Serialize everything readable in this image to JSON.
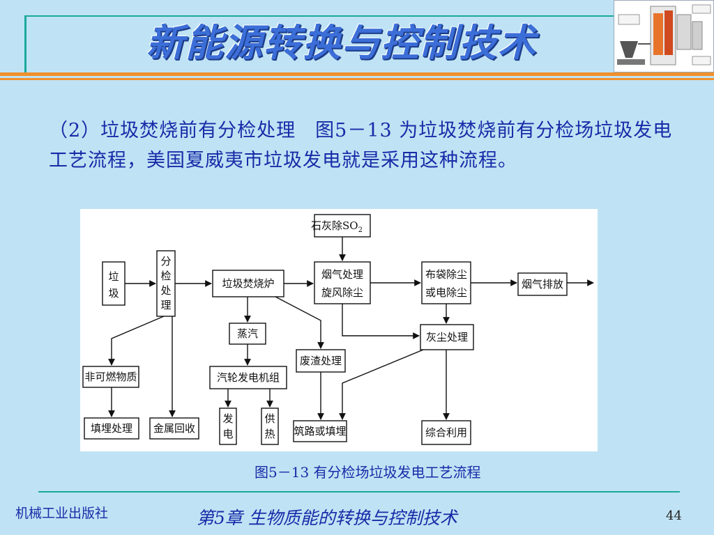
{
  "header": {
    "title": "新能源转换与控制技术"
  },
  "body": {
    "paragraph": "（2）垃圾焚烧前有分检处理　图5－13 为垃圾焚烧前有分检场垃圾发电工艺流程，美国夏威夷市垃圾发电就是采用这种流程。"
  },
  "diagram": {
    "nodes": {
      "garbage_1": "垃",
      "garbage_2": "圾",
      "sort_1": "分",
      "sort_2": "检",
      "sort_3": "处",
      "sort_4": "理",
      "incinerator": "垃圾焚烧炉",
      "lime_so2": "石灰除SO",
      "lime_sub": "2",
      "flue_treat_1": "烟气处理",
      "flue_treat_2": "旋风除尘",
      "bag_1": "布袋除尘",
      "bag_2": "或电除尘",
      "flue_exhaust": "烟气排放",
      "steam": "蒸汽",
      "turbine": "汽轮发电机组",
      "slag": "废渣处理",
      "ash": "灰尘处理",
      "noncombust": "非可燃物质",
      "landfill": "填埋处理",
      "metal": "金属回收",
      "power_1": "发",
      "power_2": "电",
      "heat_1": "供",
      "heat_2": "热",
      "road": "筑路或填埋",
      "reuse": "综合利用"
    }
  },
  "caption": "图5－13 有分检场垃圾发电工艺流程",
  "footer": {
    "publisher": "机械工业出版社",
    "chapter": "第5章  生物质能的转换与控制技术",
    "page": "44"
  },
  "colors": {
    "background": "#bfe3f4",
    "text_blue": "#1a2aa8",
    "title_blue": "#3c6ed8",
    "accent_orange": "#f0902c",
    "rule_teal": "#1aa89a"
  }
}
